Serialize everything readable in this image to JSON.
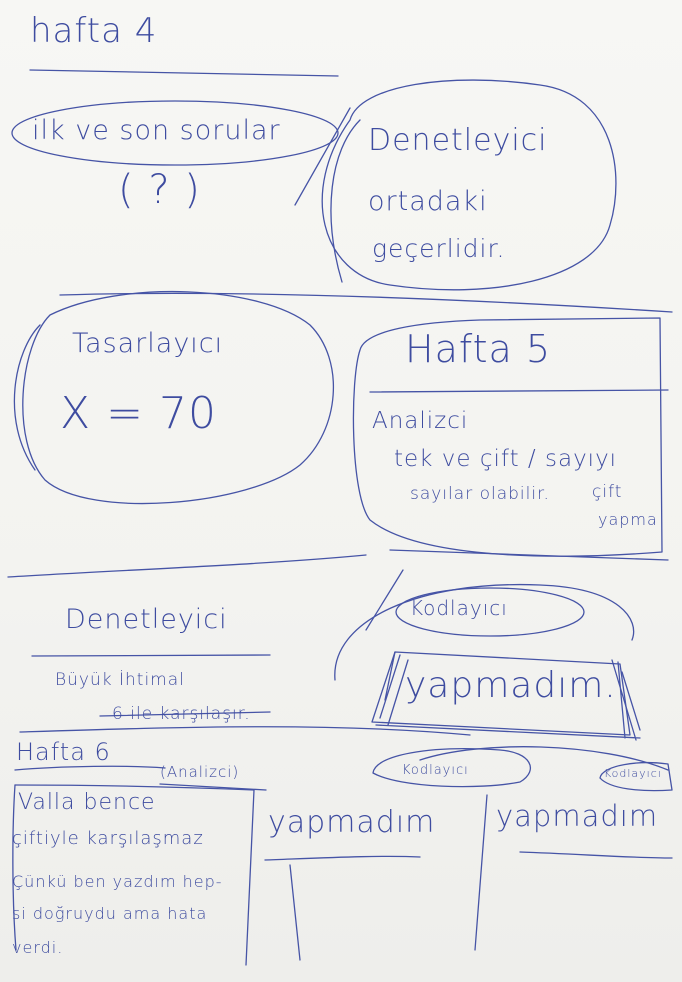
{
  "colors": {
    "paper": "#f6f6f3",
    "ink": "#4654a6"
  },
  "notes": {
    "week4_heading": "hafta 4",
    "first_last_questions": "ilk ve son sorular",
    "question_mark": "( ? )",
    "checker_top": "Denetleyici",
    "middle_valid_line1": "ortadaki",
    "middle_valid_line2": "geçerlidir.",
    "designer": "Tasarlayıcı",
    "x_equation": "X = 70",
    "week5_heading": "Hafta 5",
    "analyzer_week5": "Analizci",
    "even_odd_line1": "tek ve çift / sayıyı",
    "even_odd_line2": "sayılar olabilir.",
    "even_odd_aside1": "çift",
    "even_odd_aside2": "yapma",
    "checker_bottom": "Denetleyici",
    "big_prob_line1": "Büyük İhtimal",
    "big_prob_line2": "6 ile karşılaşır.",
    "coder_mid": "Kodlayıcı",
    "not_done_mid": "yapmadım.",
    "week6_heading": "Hafta 6",
    "analyzer_week6": "(Analizci)",
    "comment_line1": "Valla bence",
    "comment_line2": "çiftiyle karşılaşmaz",
    "comment_line3": "Çünkü ben yazdım hep-",
    "comment_line4": "si doğruydu ama hata",
    "comment_line5": "verdi.",
    "coder_left": "Kodlayıcı",
    "coder_right": "Kodlayıcı",
    "not_done_left": "yapmadım",
    "not_done_right": "yapmadım"
  }
}
